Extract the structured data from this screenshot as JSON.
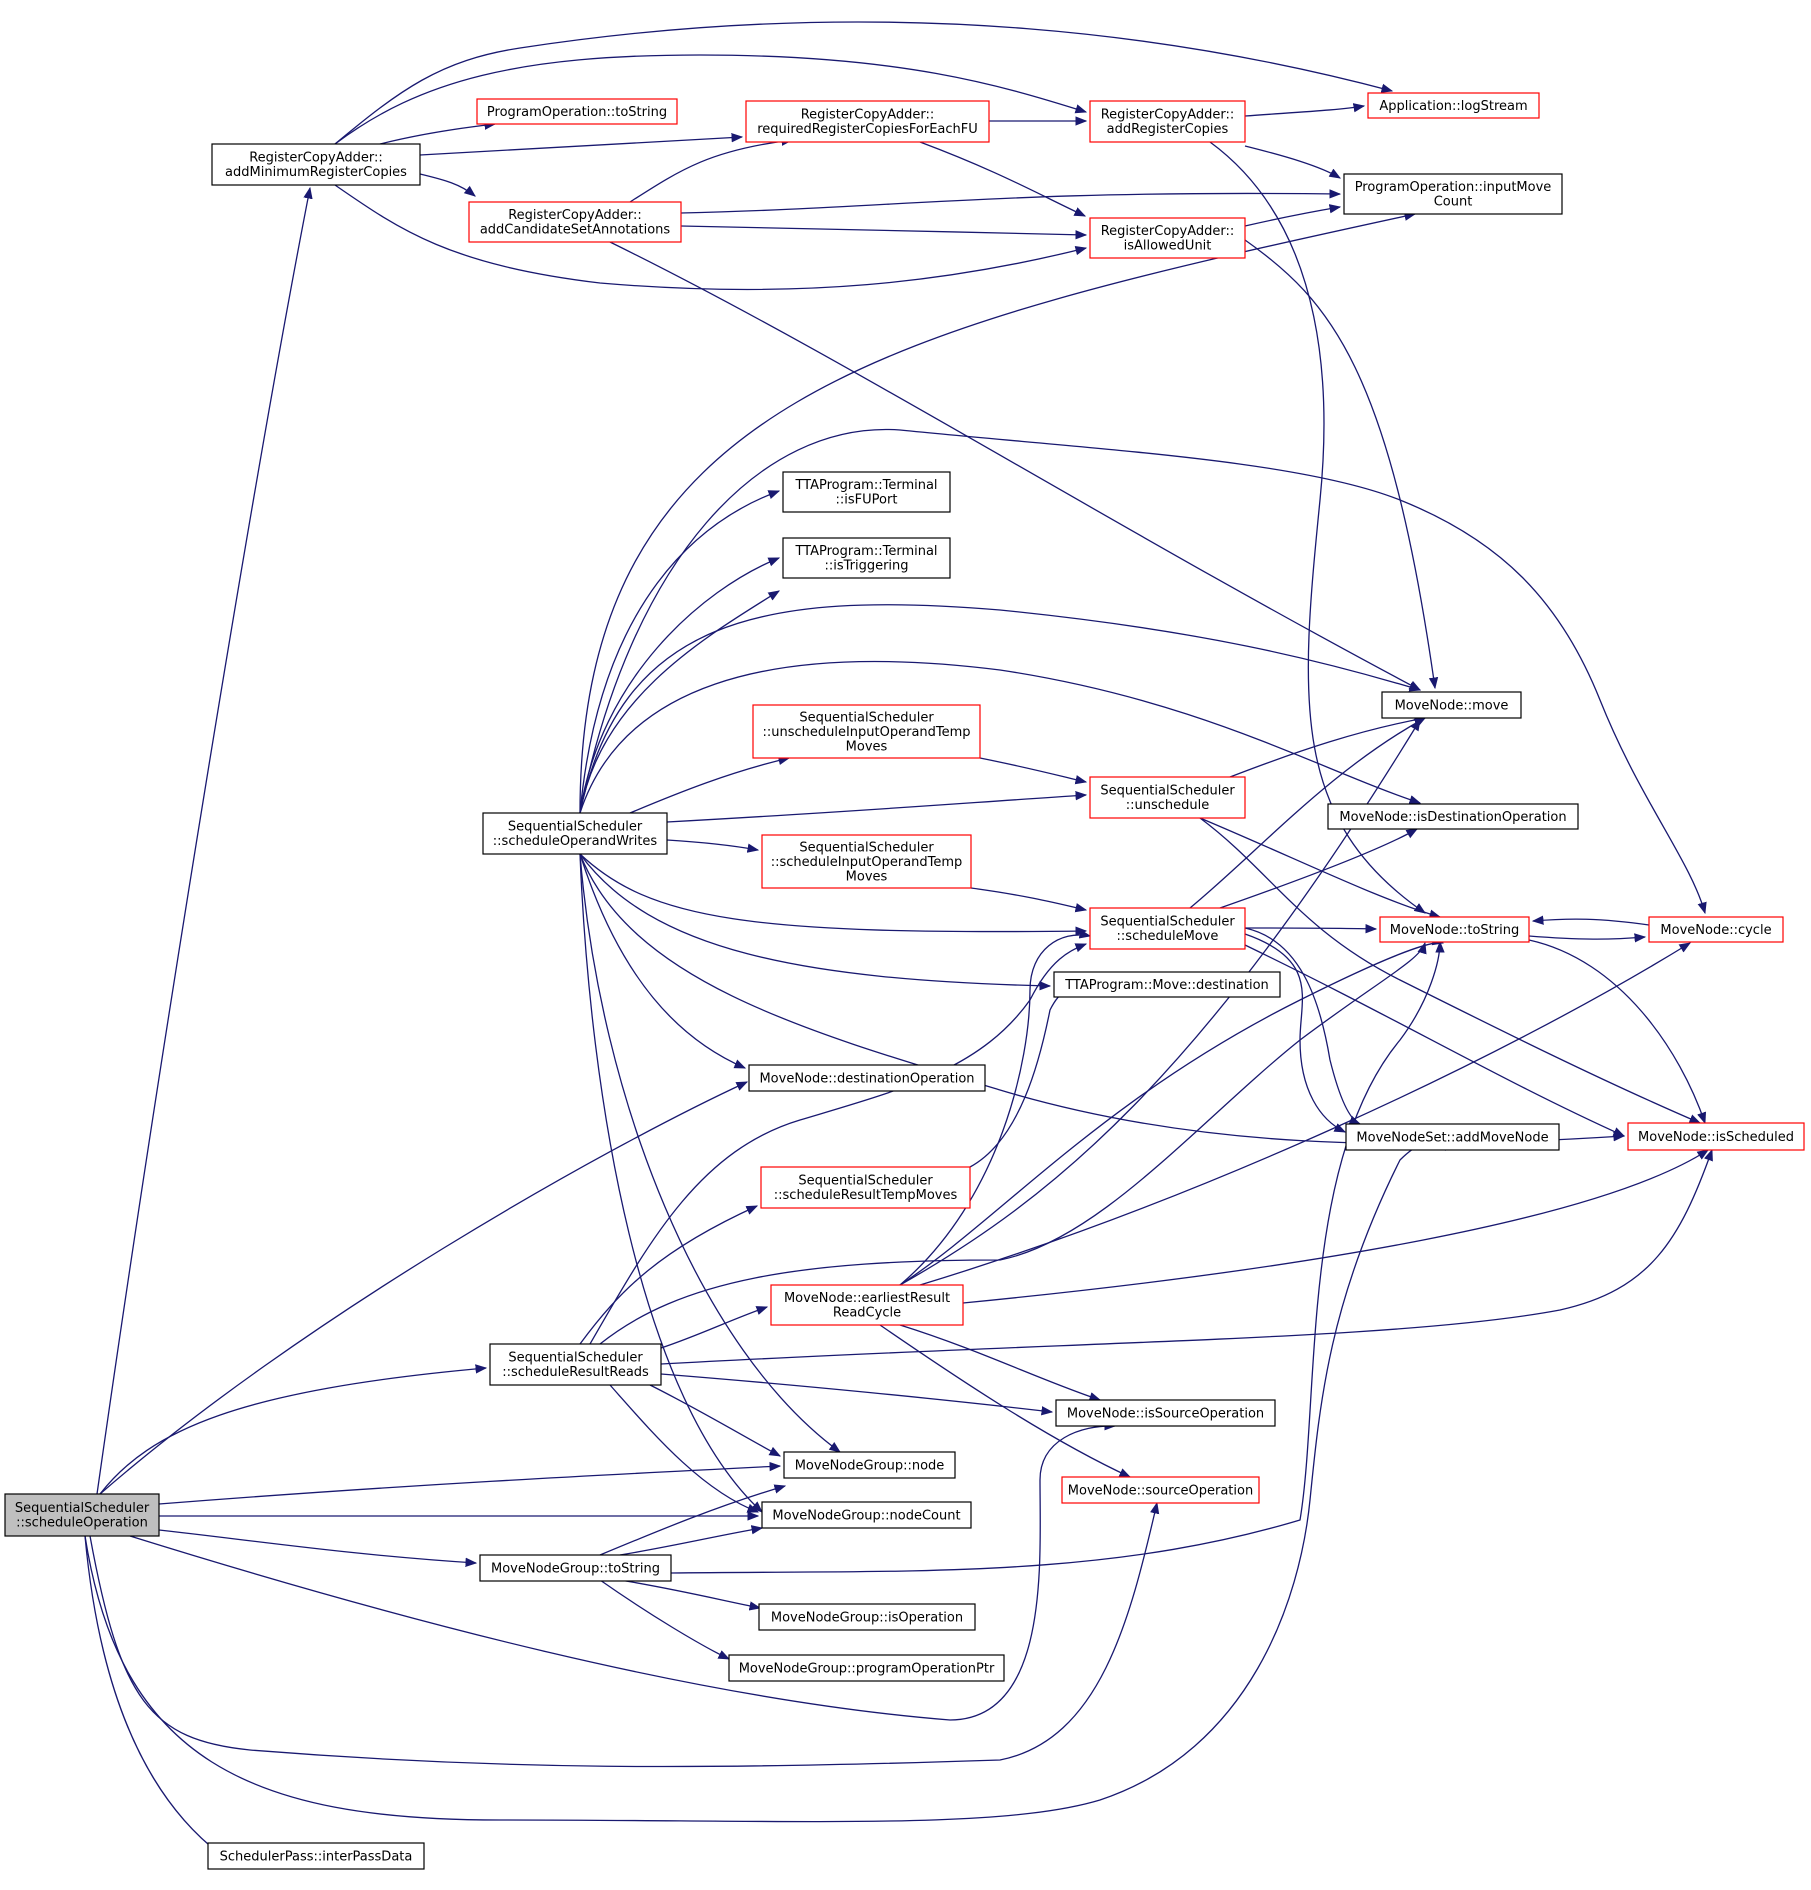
{
  "colors": {
    "edge": "#191970",
    "normal_border": "#000000",
    "highlight_border": "#ff0000",
    "root_fill": "#bfbfbf",
    "node_fill": "#ffffff"
  },
  "nodes": [
    {
      "id": "scheduleOperation",
      "lines": [
        "SequentialScheduler",
        "::scheduleOperation"
      ],
      "style": "root"
    },
    {
      "id": "addMinimumRegisterCopies",
      "lines": [
        "RegisterCopyAdder::",
        "addMinimumRegisterCopies"
      ],
      "style": "normal"
    },
    {
      "id": "poToString",
      "lines": [
        "ProgramOperation::toString"
      ],
      "style": "red"
    },
    {
      "id": "requiredRegisterCopies",
      "lines": [
        "RegisterCopyAdder::",
        "requiredRegisterCopiesForEachFU"
      ],
      "style": "red"
    },
    {
      "id": "addRegisterCopies",
      "lines": [
        "RegisterCopyAdder::",
        "addRegisterCopies"
      ],
      "style": "red"
    },
    {
      "id": "logStream",
      "lines": [
        "Application::logStream"
      ],
      "style": "red"
    },
    {
      "id": "addCandidateSet",
      "lines": [
        "RegisterCopyAdder::",
        "addCandidateSetAnnotations"
      ],
      "style": "red"
    },
    {
      "id": "inputMoveCount",
      "lines": [
        "ProgramOperation::inputMove",
        "Count"
      ],
      "style": "normal"
    },
    {
      "id": "isAllowedUnit",
      "lines": [
        "RegisterCopyAdder::",
        "isAllowedUnit"
      ],
      "style": "red"
    },
    {
      "id": "isFUPort",
      "lines": [
        "TTAProgram::Terminal",
        "::isFUPort"
      ],
      "style": "normal"
    },
    {
      "id": "isTriggering",
      "lines": [
        "TTAProgram::Terminal",
        "::isTriggering"
      ],
      "style": "normal"
    },
    {
      "id": "unscheduleInputTemp",
      "lines": [
        "SequentialScheduler",
        "::unscheduleInputOperandTemp",
        "Moves"
      ],
      "style": "red"
    },
    {
      "id": "mnMove",
      "lines": [
        "MoveNode::move"
      ],
      "style": "normal"
    },
    {
      "id": "unschedule",
      "lines": [
        "SequentialScheduler",
        "::unschedule"
      ],
      "style": "red"
    },
    {
      "id": "scheduleOperandWrites",
      "lines": [
        "SequentialScheduler",
        "::scheduleOperandWrites"
      ],
      "style": "normal"
    },
    {
      "id": "isDestinationOperation",
      "lines": [
        "MoveNode::isDestinationOperation"
      ],
      "style": "normal"
    },
    {
      "id": "scheduleInputTemp",
      "lines": [
        "SequentialScheduler",
        "::scheduleInputOperandTemp",
        "Moves"
      ],
      "style": "red"
    },
    {
      "id": "scheduleMove",
      "lines": [
        "SequentialScheduler",
        "::scheduleMove"
      ],
      "style": "red"
    },
    {
      "id": "mnToString",
      "lines": [
        "MoveNode::toString"
      ],
      "style": "red"
    },
    {
      "id": "mnCycle",
      "lines": [
        "MoveNode::cycle"
      ],
      "style": "red"
    },
    {
      "id": "moveDestination",
      "lines": [
        "TTAProgram::Move::destination"
      ],
      "style": "normal"
    },
    {
      "id": "destinationOperation",
      "lines": [
        "MoveNode::destinationOperation"
      ],
      "style": "normal"
    },
    {
      "id": "addMoveNode",
      "lines": [
        "MoveNodeSet::addMoveNode"
      ],
      "style": "normal"
    },
    {
      "id": "isScheduled",
      "lines": [
        "MoveNode::isScheduled"
      ],
      "style": "red"
    },
    {
      "id": "scheduleResultTemp",
      "lines": [
        "SequentialScheduler",
        "::scheduleResultTempMoves"
      ],
      "style": "red"
    },
    {
      "id": "earliestResult",
      "lines": [
        "MoveNode::earliestResult",
        "ReadCycle"
      ],
      "style": "red"
    },
    {
      "id": "scheduleResultReads",
      "lines": [
        "SequentialScheduler",
        "::scheduleResultReads"
      ],
      "style": "normal"
    },
    {
      "id": "isSourceOperation",
      "lines": [
        "MoveNode::isSourceOperation"
      ],
      "style": "normal"
    },
    {
      "id": "mngNode",
      "lines": [
        "MoveNodeGroup::node"
      ],
      "style": "normal"
    },
    {
      "id": "sourceOperation",
      "lines": [
        "MoveNode::sourceOperation"
      ],
      "style": "red"
    },
    {
      "id": "mngNodeCount",
      "lines": [
        "MoveNodeGroup::nodeCount"
      ],
      "style": "normal"
    },
    {
      "id": "mngToString",
      "lines": [
        "MoveNodeGroup::toString"
      ],
      "style": "normal"
    },
    {
      "id": "mngIsOperation",
      "lines": [
        "MoveNodeGroup::isOperation"
      ],
      "style": "normal"
    },
    {
      "id": "programOperationPtr",
      "lines": [
        "MoveNodeGroup::programOperationPtr"
      ],
      "style": "normal"
    },
    {
      "id": "interPassData",
      "lines": [
        "SchedulerPass::interPassData"
      ],
      "style": "normal"
    }
  ]
}
